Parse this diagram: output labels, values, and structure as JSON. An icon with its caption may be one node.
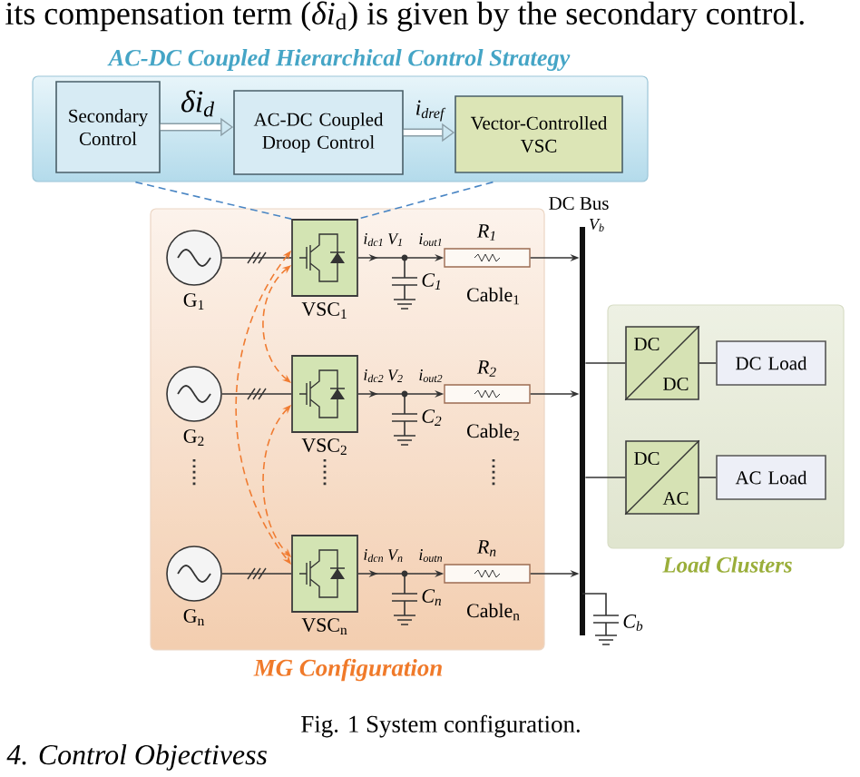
{
  "diagram": {
    "caption": "Fig. 1 System configuration.",
    "nodes": [
      {
        "text": [
          "AC-DC Coupled Hierarchical Control Strategy"
        ]
      },
      {
        "text": [
          "Secondary Control"
        ],
        "in": 0
      },
      {
        "text": [
          "AC-DC Coupled Droop Control"
        ],
        "in": 0
      },
      {
        "text": [
          "Vector-Controlled VSC"
        ],
        "in": 0
      },
      {
        "text": [
          "MG Configuration"
        ]
      },
      {
        "text": [
          "G$_{1}$"
        ],
        "in": 4
      },
      {
        "text": [
          "VSC$_{1}$"
        ],
        "in": 4
      },
      {
        "text": [
          "R$_{1}$",
          "Cable$_{1}$"
        ],
        "in": 4
      },
      {
        "text": [
          "G$_{2}$"
        ],
        "in": 4
      },
      {
        "text": [
          "VSC$_{2}$"
        ],
        "in": 4
      },
      {
        "text": [
          "R$_{2}$",
          "Cable$_{2}$"
        ],
        "in": 4
      },
      {
        "text": [
          "G$_{n}$"
        ],
        "in": 4
      },
      {
        "text": [
          "VSC$_{n}$"
        ],
        "in": 4
      },
      {
        "text": [
          "R$_{n}$",
          "Cable$_{n}$"
        ],
        "in": 4
      },
      {
        "text": [
          "DC Bus",
          "V$_{b}$"
        ]
      },
      {
        "text": [
          "Load Clusters"
        ]
      },
      {
        "text": [
          "DC",
          "DC"
        ],
        "in": 15
      },
      {
        "text": [
          "DC Load"
        ],
        "in": 15
      },
      {
        "text": [
          "DC",
          "AC"
        ],
        "in": 15
      },
      {
        "text": [
          "AC Load"
        ],
        "in": 15
      }
    ],
    "edges": [
      {
        "from": 1,
        "to": 2,
        "arrow": "to",
        "label": "δi$_{d}$",
        "style": "thick",
        "color": "#8a9da6"
      },
      {
        "from": 2,
        "to": 3,
        "arrow": "to",
        "label": "i$_{dref}$",
        "style": "thick",
        "color": "#8a9da6"
      },
      {
        "from": 0,
        "to": 6,
        "arrow": "none",
        "style": "dashed",
        "color": "#4a86c4"
      },
      {
        "from": 0,
        "to": 6,
        "arrow": "none",
        "style": "dashed",
        "color": "#4a86c4"
      },
      {
        "from": 5,
        "to": 6,
        "arrow": "none"
      },
      {
        "from": 6,
        "to": 7,
        "arrow": "to"
      },
      {
        "from": 7,
        "to": 14,
        "arrow": "to"
      },
      {
        "from": 8,
        "to": 9,
        "arrow": "none"
      },
      {
        "from": 9,
        "to": 10,
        "arrow": "to"
      },
      {
        "from": 10,
        "to": 14,
        "arrow": "to"
      },
      {
        "from": 11,
        "to": 12,
        "arrow": "none"
      },
      {
        "from": 12,
        "to": 13,
        "arrow": "to"
      },
      {
        "from": 13,
        "to": 14,
        "arrow": "to"
      },
      {
        "from": 6,
        "to": 9,
        "arrow": "both",
        "style": "dashed",
        "color": "#f07c32"
      },
      {
        "from": 6,
        "to": 12,
        "arrow": "both",
        "style": "dashed",
        "color": "#f07c32"
      },
      {
        "from": 9,
        "to": 12,
        "arrow": "both",
        "style": "dashed",
        "color": "#f07c32"
      },
      {
        "from": 14,
        "to": 16,
        "arrow": "none"
      },
      {
        "from": 16,
        "to": 17,
        "arrow": "none"
      },
      {
        "from": 14,
        "to": 18,
        "arrow": "none"
      },
      {
        "from": 18,
        "to": 19,
        "arrow": "none"
      }
    ],
    "labels": [
      "its compensation term (*δi*$_{d}$) is given by the secondary control.",
      "i$_{dc1}$",
      "V$_{1}$",
      "i$_{out1}$",
      "C$_{1}$",
      "i$_{dc2}$",
      "V$_{2}$",
      "i$_{out2}$",
      "C$_{2}$",
      "i$_{dcn}$",
      "V$_{n}$",
      "i$_{outn}$",
      "C$_{n}$",
      "C$_{b}$",
      "4. Control Objectivess"
    ]
  }
}
